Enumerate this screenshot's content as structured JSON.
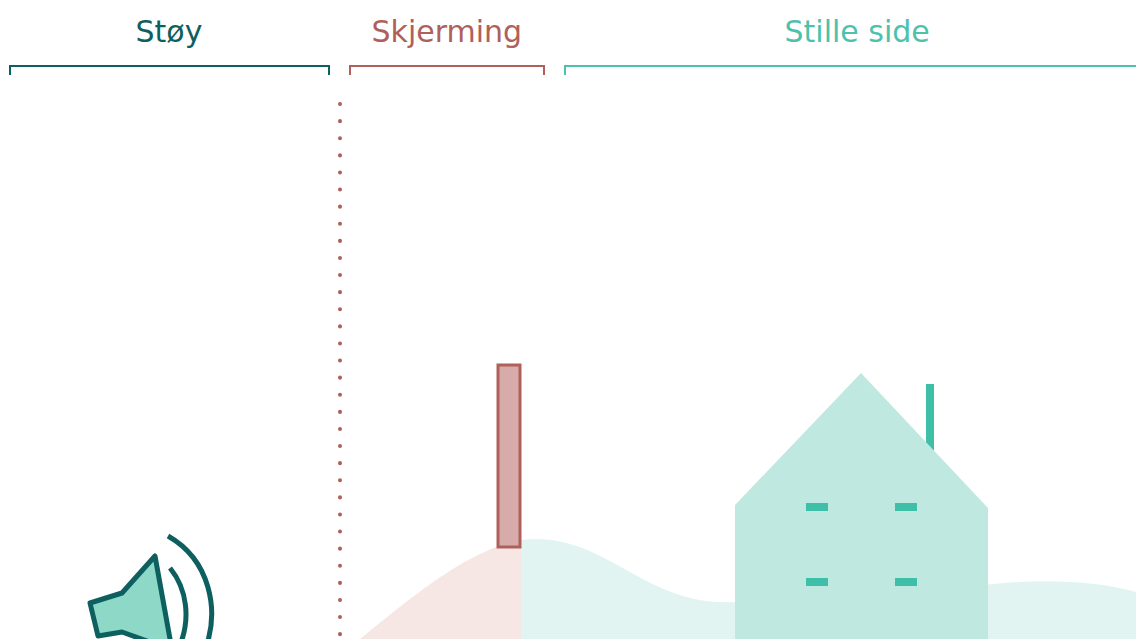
{
  "diagram": {
    "labels": [
      "Støy",
      "Skjerming",
      "Stille side"
    ]
  }
}
